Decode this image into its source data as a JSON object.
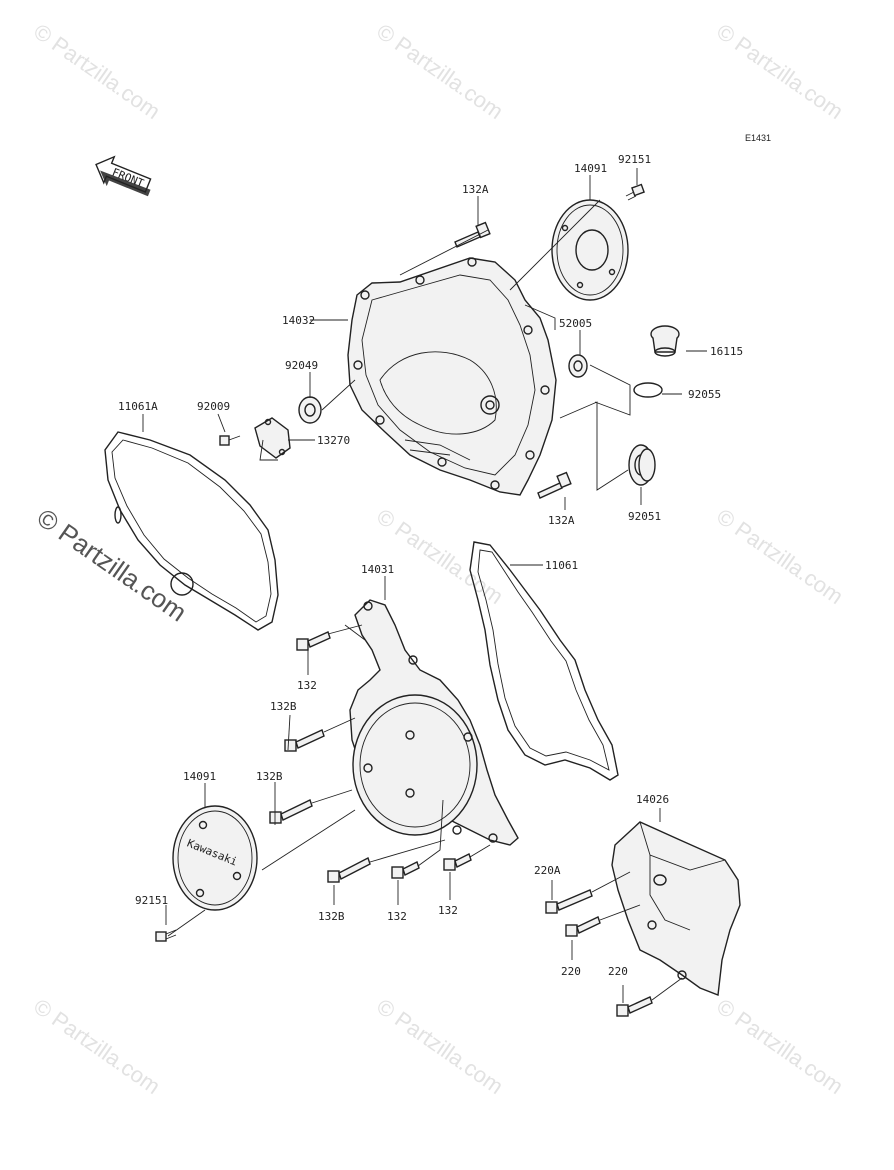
{
  "diagram_code": "E1431",
  "front_label": "FRONT",
  "watermark_text": "© Partzilla.com",
  "parts": {
    "p14091_top": "14091",
    "p92151_top": "92151",
    "p132A_top": "132A",
    "p14032": "14032",
    "p52005": "52005",
    "p16115": "16115",
    "p92049": "92049",
    "p92055": "92055",
    "p11061A": "11061A",
    "p92009": "92009",
    "p13270": "13270",
    "p132A_bottom": "132A",
    "p92051": "92051",
    "p14031": "14031",
    "p11061": "11061",
    "p132_a": "132",
    "p132B_a": "132B",
    "p14091_bottom": "14091",
    "p132B_b": "132B",
    "p14026": "14026",
    "p220A": "220A",
    "p92151_bottom": "92151",
    "p132B_c": "132B",
    "p132_b": "132",
    "p132_c": "132",
    "p220_a": "220",
    "p220_b": "220"
  },
  "cover_logo_text": "Kawasaki"
}
